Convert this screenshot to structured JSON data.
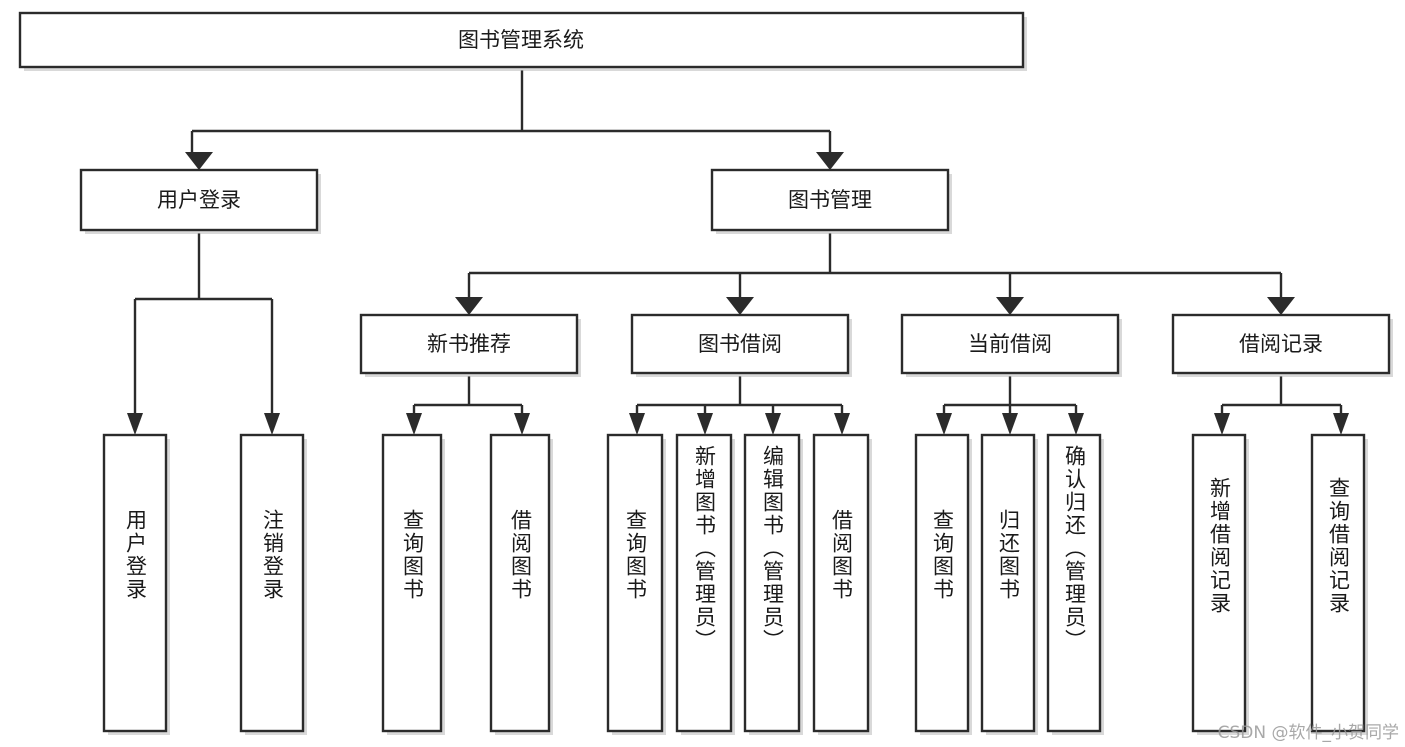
{
  "diagram": {
    "title": "图书管理系统",
    "type": "tree-hierarchy-chart",
    "root": {
      "id": "root",
      "label": "图书管理系统",
      "orientation": "horizontal"
    },
    "level1": [
      {
        "id": "user-login",
        "label": "用户登录",
        "orientation": "horizontal"
      },
      {
        "id": "book-manage",
        "label": "图书管理",
        "orientation": "horizontal"
      }
    ],
    "level2": [
      {
        "id": "new-book-rec",
        "label": "新书推荐",
        "parent": "book-manage",
        "orientation": "horizontal"
      },
      {
        "id": "book-borrow",
        "label": "图书借阅",
        "parent": "book-manage",
        "orientation": "horizontal"
      },
      {
        "id": "current-borrow",
        "label": "当前借阅",
        "parent": "book-manage",
        "orientation": "horizontal"
      },
      {
        "id": "borrow-record",
        "label": "借阅记录",
        "parent": "book-manage",
        "orientation": "horizontal"
      }
    ],
    "leaves": [
      {
        "id": "leaf-user-login",
        "label": "用户登录",
        "parent": "user-login",
        "orientation": "vertical"
      },
      {
        "id": "leaf-user-logout",
        "label": "注销登录",
        "parent": "user-login",
        "orientation": "vertical"
      },
      {
        "id": "leaf-query-book-1",
        "label": "查询图书",
        "parent": "new-book-rec",
        "orientation": "vertical"
      },
      {
        "id": "leaf-borrow-book-1",
        "label": "借阅图书",
        "parent": "new-book-rec",
        "orientation": "vertical"
      },
      {
        "id": "leaf-query-book-2",
        "label": "查询图书",
        "parent": "book-borrow",
        "orientation": "vertical"
      },
      {
        "id": "leaf-add-book",
        "label": "新增图书（管理员）",
        "parent": "book-borrow",
        "orientation": "vertical"
      },
      {
        "id": "leaf-edit-book",
        "label": "编辑图书（管理员）",
        "parent": "book-borrow",
        "orientation": "vertical"
      },
      {
        "id": "leaf-borrow-book-2",
        "label": "借阅图书",
        "parent": "book-borrow",
        "orientation": "vertical"
      },
      {
        "id": "leaf-query-book-3",
        "label": "查询图书",
        "parent": "current-borrow",
        "orientation": "vertical"
      },
      {
        "id": "leaf-return-book",
        "label": "归还图书",
        "parent": "current-borrow",
        "orientation": "vertical"
      },
      {
        "id": "leaf-confirm-return",
        "label": "确认归还（管理员）",
        "parent": "current-borrow",
        "orientation": "vertical"
      },
      {
        "id": "leaf-add-record",
        "label": "新增借阅记录",
        "parent": "borrow-record",
        "orientation": "vertical"
      },
      {
        "id": "leaf-query-record",
        "label": "查询借阅记录",
        "parent": "borrow-record",
        "orientation": "vertical"
      }
    ],
    "colors": {
      "node_fill": "#ffffff",
      "node_stroke": "#2b2b2b",
      "text": "#1a1a1a",
      "background": "#ffffff",
      "shadow": "#b9b9b9",
      "watermark": "#9a9a9a"
    }
  },
  "watermark": {
    "text": "CSDN @软件_小贺同学"
  }
}
